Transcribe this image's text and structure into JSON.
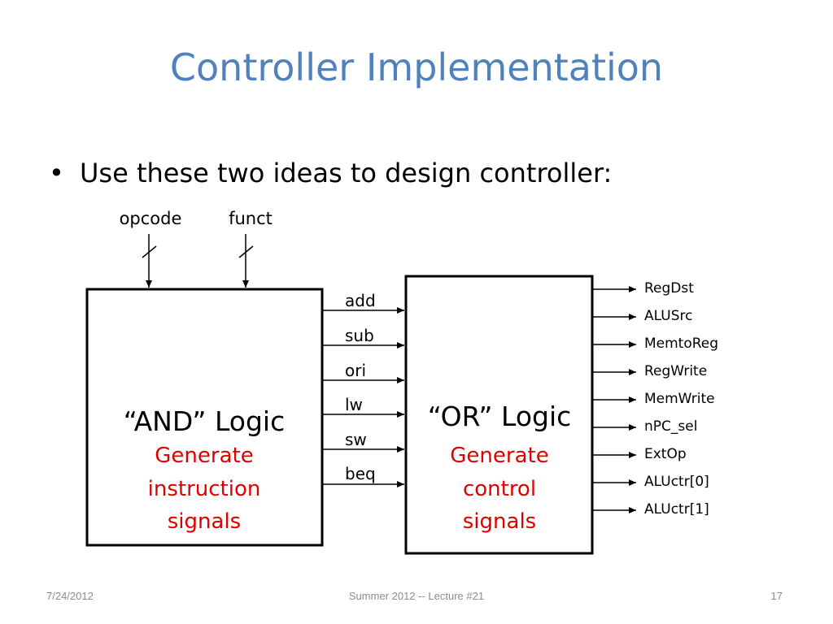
{
  "slide": {
    "title": "Controller Implementation",
    "bullet": "Use these two ideas to design controller:"
  },
  "diagram": {
    "inputs": [
      "opcode",
      "funct"
    ],
    "and_block": {
      "title": "“AND” Logic",
      "subtitle_lines": [
        "Generate",
        "instruction",
        "signals"
      ]
    },
    "or_block": {
      "title": "“OR” Logic",
      "subtitle_lines": [
        "Generate",
        "control",
        "signals"
      ]
    },
    "instruction_signals": [
      "add",
      "sub",
      "ori",
      "lw",
      "sw",
      "beq"
    ],
    "control_signals": [
      "RegDst",
      "ALUSrc",
      "MemtoReg",
      "RegWrite",
      "MemWrite",
      "nPC_sel",
      "ExtOp",
      "ALUctr[0]",
      "ALUctr[1]"
    ],
    "colors": {
      "title": "#4f81bd",
      "accent_red": "#e00000",
      "line": "#000000"
    }
  },
  "footer": {
    "date": "7/24/2012",
    "center": "Summer 2012 -- Lecture #21",
    "page": "17"
  }
}
